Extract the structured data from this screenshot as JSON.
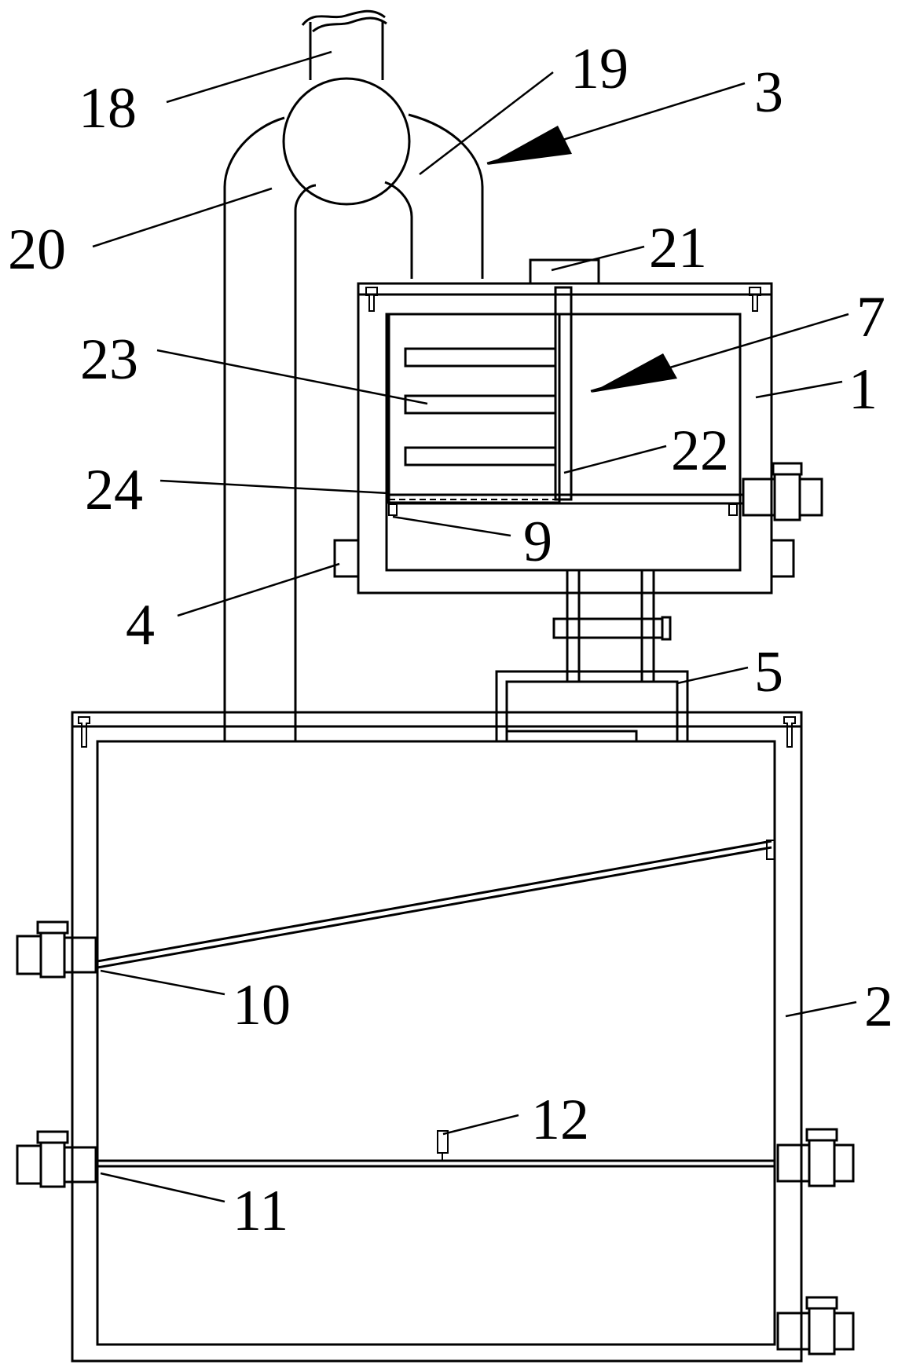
{
  "figure": {
    "labels": {
      "l1": "1",
      "l2": "2",
      "l3": "3",
      "l4": "4",
      "l5": "5",
      "l7": "7",
      "l9": "9",
      "l10": "10",
      "l11": "11",
      "l12": "12",
      "l18": "18",
      "l19": "19",
      "l20": "20",
      "l21": "21",
      "l22": "22",
      "l23": "23",
      "l24": "24"
    }
  }
}
